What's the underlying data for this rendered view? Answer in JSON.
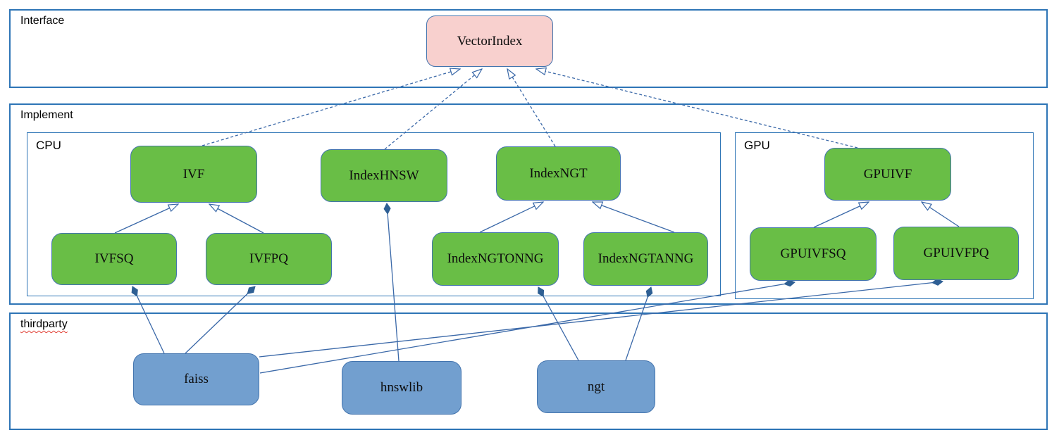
{
  "sections": {
    "interface": {
      "label": "Interface"
    },
    "implement": {
      "label": "Implement"
    },
    "cpu": {
      "label": "CPU"
    },
    "gpu": {
      "label": "GPU"
    },
    "thirdparty": {
      "label": "thirdparty"
    }
  },
  "nodes": {
    "vectorindex": {
      "label": "VectorIndex"
    },
    "ivf": {
      "label": "IVF"
    },
    "indexhnsw": {
      "label": "IndexHNSW"
    },
    "indexngt": {
      "label": "IndexNGT"
    },
    "gpuivf": {
      "label": "GPUIVF"
    },
    "ivfsq": {
      "label": "IVFSQ"
    },
    "ivfpq": {
      "label": "IVFPQ"
    },
    "indexngtonng": {
      "label": "IndexNGTONNG"
    },
    "indexngtanng": {
      "label": "IndexNGTANNG"
    },
    "gpuivfsq": {
      "label": "GPUIVFSQ"
    },
    "gpuivfpq": {
      "label": "GPUIVFPQ"
    },
    "faiss": {
      "label": "faiss"
    },
    "hnswlib": {
      "label": "hnswlib"
    },
    "ngt": {
      "label": "ngt"
    }
  },
  "edges": [
    {
      "from": "IVF",
      "to": "VectorIndex",
      "type": "generalization-dashed"
    },
    {
      "from": "IndexHNSW",
      "to": "VectorIndex",
      "type": "generalization-dashed"
    },
    {
      "from": "IndexNGT",
      "to": "VectorIndex",
      "type": "generalization-dashed"
    },
    {
      "from": "GPUIVF",
      "to": "VectorIndex",
      "type": "generalization-dashed"
    },
    {
      "from": "IVFSQ",
      "to": "IVF",
      "type": "generalization"
    },
    {
      "from": "IVFPQ",
      "to": "IVF",
      "type": "generalization"
    },
    {
      "from": "IndexNGTONNG",
      "to": "IndexNGT",
      "type": "generalization"
    },
    {
      "from": "IndexNGTANNG",
      "to": "IndexNGT",
      "type": "generalization"
    },
    {
      "from": "GPUIVFSQ",
      "to": "GPUIVF",
      "type": "generalization"
    },
    {
      "from": "GPUIVFPQ",
      "to": "GPUIVF",
      "type": "generalization"
    },
    {
      "from": "faiss",
      "to": "IVFSQ",
      "type": "composition"
    },
    {
      "from": "faiss",
      "to": "IVFPQ",
      "type": "composition"
    },
    {
      "from": "faiss",
      "to": "GPUIVFSQ",
      "type": "composition"
    },
    {
      "from": "faiss",
      "to": "GPUIVFPQ",
      "type": "composition"
    },
    {
      "from": "hnswlib",
      "to": "IndexHNSW",
      "type": "composition"
    },
    {
      "from": "ngt",
      "to": "IndexNGTONNG",
      "type": "composition"
    },
    {
      "from": "ngt",
      "to": "IndexNGTANNG",
      "type": "composition"
    }
  ],
  "colors": {
    "interface_node_fill": "#f8d0ce",
    "implement_node_fill": "#69be46",
    "thirdparty_node_fill": "#729fcf",
    "node_border": "#4374ae",
    "container_border": "#2e75b6",
    "connector": "#3a68a8",
    "diamond_fill": "#2e5f94",
    "spellcheck_underline": "#e03c31"
  }
}
